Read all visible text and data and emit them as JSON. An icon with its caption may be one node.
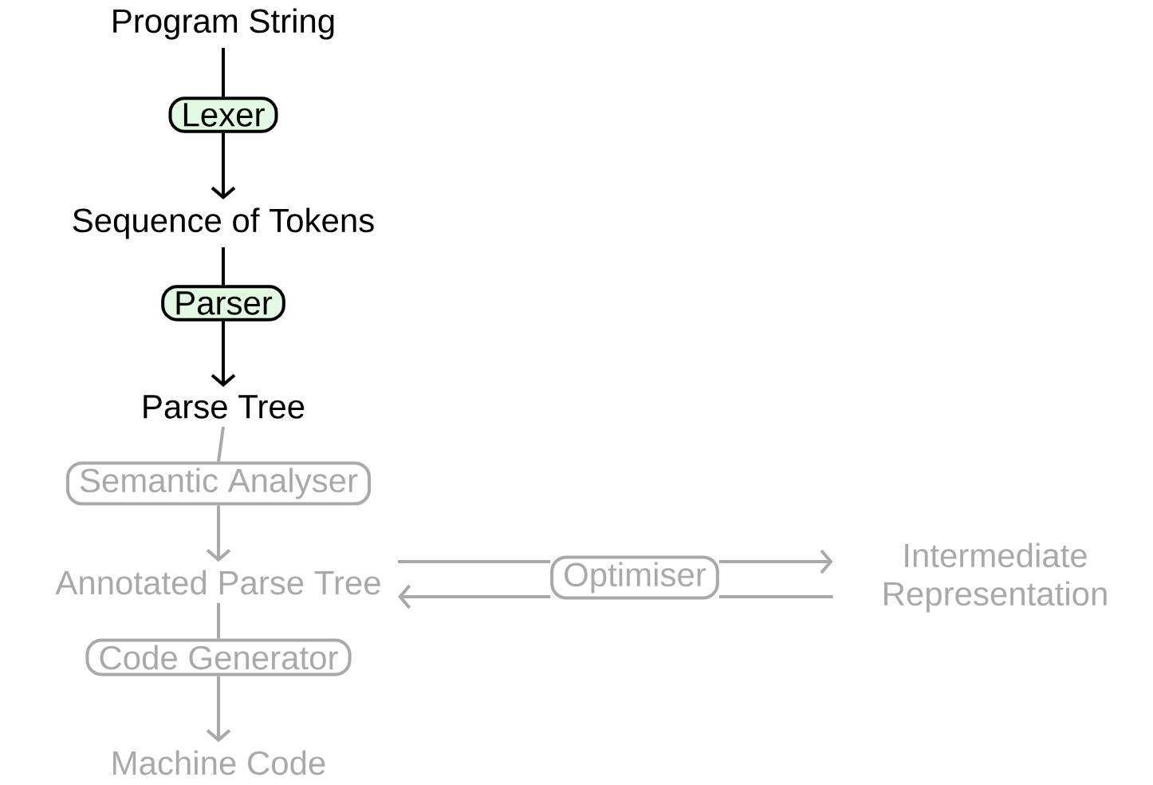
{
  "diagram": {
    "nodes": [
      {
        "text": [
          "Program String"
        ]
      },
      {
        "text": [
          "Lexer"
        ]
      },
      {
        "text": [
          "Sequence of Tokens"
        ]
      },
      {
        "text": [
          "Parser"
        ]
      },
      {
        "text": [
          "Parse Tree"
        ]
      },
      {
        "text": [
          "Semantic Analyser"
        ]
      },
      {
        "text": [
          "Annotated Parse Tree"
        ]
      },
      {
        "text": [
          "Optimiser"
        ]
      },
      {
        "text": [
          "Intermediate Representation"
        ]
      },
      {
        "text": [
          "Code Generator"
        ]
      },
      {
        "text": [
          "Machine Code"
        ]
      }
    ],
    "edges": [
      {
        "from": 0,
        "to": 1,
        "arrow": "none",
        "color": "#000000"
      },
      {
        "from": 1,
        "to": 2,
        "arrow": "to",
        "color": "#000000"
      },
      {
        "from": 2,
        "to": 3,
        "arrow": "none",
        "color": "#000000"
      },
      {
        "from": 3,
        "to": 4,
        "arrow": "to",
        "color": "#000000"
      },
      {
        "from": 4,
        "to": 5,
        "arrow": "none"
      },
      {
        "from": 5,
        "to": 6,
        "arrow": "to"
      },
      {
        "from": 6,
        "to": 7,
        "arrow": "none"
      },
      {
        "from": 7,
        "to": 8,
        "arrow": "to"
      },
      {
        "from": 8,
        "to": 7,
        "arrow": "none"
      },
      {
        "from": 7,
        "to": 6,
        "arrow": "to"
      },
      {
        "from": 6,
        "to": 9,
        "arrow": "none"
      },
      {
        "from": 9,
        "to": 10,
        "arrow": "to"
      }
    ]
  }
}
